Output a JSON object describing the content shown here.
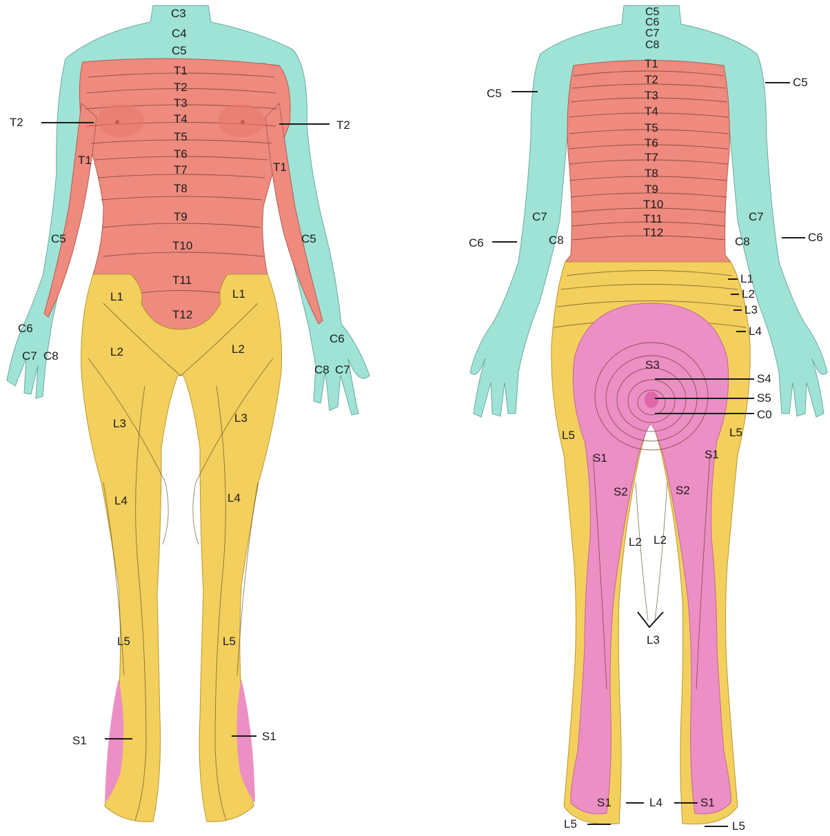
{
  "colors": {
    "cervical": "#9fe3d6",
    "thoracic": "#ee8a7e",
    "lumbar": "#f3cf5d",
    "sacral": "#ec8fc4",
    "outline": "#5b5b5b"
  },
  "front": {
    "labels": {
      "c3": "C3",
      "c4": "C4",
      "c5": "C5",
      "t1": "T1",
      "t2": "T2",
      "t3": "T3",
      "t4": "T4",
      "t5": "T5",
      "t6": "T6",
      "t7": "T7",
      "t8": "T8",
      "t9": "T9",
      "t10": "T10",
      "t11": "T11",
      "t12": "T12",
      "t2_left": "T2",
      "t2_right": "T2",
      "t1_arm_left": "T1",
      "t1_arm_right": "T1",
      "c5_arm_left": "C5",
      "c5_arm_right": "C5",
      "c6_left": "C6",
      "c6_right": "C6",
      "c7_left": "C7",
      "c8_left": "C8",
      "c8_right": "C8",
      "c7_right": "C7",
      "l1_left": "L1",
      "l1_right": "L1",
      "l2_left": "L2",
      "l2_right": "L2",
      "l3_left": "L3",
      "l3_right": "L3",
      "l4_left": "L4",
      "l4_right": "L4",
      "l5_left": "L5",
      "l5_right": "L5",
      "s1_left": "S1",
      "s1_right": "S1"
    }
  },
  "back": {
    "labels": {
      "c5": "C5",
      "c6": "C6",
      "c7": "C7",
      "c8": "C8",
      "t1": "T1",
      "t2": "T2",
      "t3": "T3",
      "t4": "T4",
      "t5": "T5",
      "t6": "T6",
      "t7": "T7",
      "t8": "T8",
      "t9": "T9",
      "t10": "T10",
      "t11": "T11",
      "t12": "T12",
      "c5_left": "C5",
      "c5_right": "C5",
      "c7_arm_left": "C7",
      "c8_arm_left": "C8",
      "c6_left": "C6",
      "c7_arm_right": "C7",
      "c8_arm_right": "C8",
      "c6_right": "C6",
      "l1": "L1",
      "l2": "L2",
      "l3": "L3",
      "l4": "L4",
      "s3": "S3",
      "s4": "S4",
      "s5": "S5",
      "co": "C0",
      "l5_left": "L5",
      "l5_right": "L5",
      "s1_thigh_left": "S1",
      "s1_thigh_right": "S1",
      "s2_left": "S2",
      "s2_right": "S2",
      "l2_inner_left": "L2",
      "l2_inner_right": "L2",
      "l3_knee": "L3",
      "s1_foot_left": "S1",
      "l4_foot": "L4",
      "s1_foot_right": "S1",
      "l5_foot_left": "L5",
      "l5_foot_right": "L5"
    }
  }
}
